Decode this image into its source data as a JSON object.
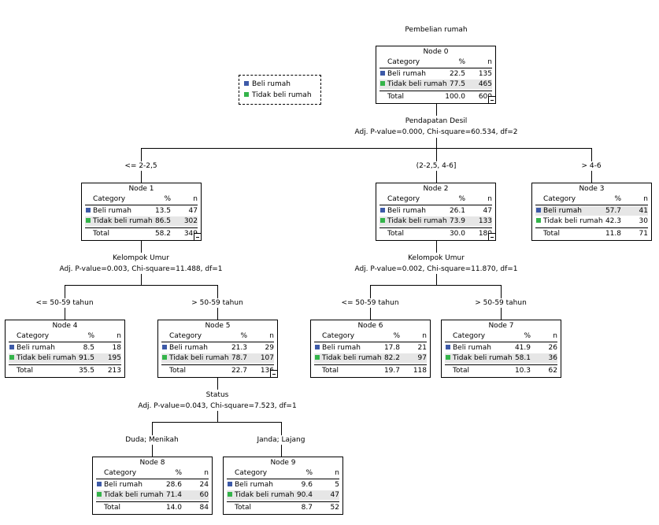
{
  "title": "Pembelian rumah",
  "colors": {
    "beli": "#3d5aa8",
    "tidak": "#34b44a"
  },
  "legend": [
    {
      "label": "Beli rumah",
      "color": "#3d5aa8"
    },
    {
      "label": "Tidak beli rumah",
      "color": "#34b44a"
    }
  ],
  "headers": {
    "category": "Category",
    "pct": "%",
    "n": "n",
    "total": "Total"
  },
  "nodes": [
    {
      "id": "0",
      "title": "Node 0",
      "rows": [
        [
          "Beli rumah",
          "22.5",
          "135"
        ],
        [
          "Tidak beli rumah",
          "77.5",
          "465"
        ]
      ],
      "total": [
        "100.0",
        "600"
      ],
      "hl": 1,
      "toggle": true
    },
    {
      "id": "1",
      "title": "Node 1",
      "rows": [
        [
          "Beli rumah",
          "13.5",
          "47"
        ],
        [
          "Tidak beli rumah",
          "86.5",
          "302"
        ]
      ],
      "total": [
        "58.2",
        "349"
      ],
      "hl": 1,
      "toggle": true
    },
    {
      "id": "2",
      "title": "Node 2",
      "rows": [
        [
          "Beli rumah",
          "26.1",
          "47"
        ],
        [
          "Tidak beli rumah",
          "73.9",
          "133"
        ]
      ],
      "total": [
        "30.0",
        "180"
      ],
      "hl": 1,
      "toggle": true
    },
    {
      "id": "3",
      "title": "Node 3",
      "rows": [
        [
          "Beli rumah",
          "57.7",
          "41"
        ],
        [
          "Tidak beli rumah",
          "42.3",
          "30"
        ]
      ],
      "total": [
        "11.8",
        "71"
      ],
      "hl": 0,
      "toggle": false
    },
    {
      "id": "4",
      "title": "Node 4",
      "rows": [
        [
          "Beli rumah",
          "8.5",
          "18"
        ],
        [
          "Tidak beli rumah",
          "91.5",
          "195"
        ]
      ],
      "total": [
        "35.5",
        "213"
      ],
      "hl": 1,
      "toggle": false
    },
    {
      "id": "5",
      "title": "Node 5",
      "rows": [
        [
          "Beli rumah",
          "21.3",
          "29"
        ],
        [
          "Tidak beli rumah",
          "78.7",
          "107"
        ]
      ],
      "total": [
        "22.7",
        "136"
      ],
      "hl": 1,
      "toggle": true
    },
    {
      "id": "6",
      "title": "Node 6",
      "rows": [
        [
          "Beli rumah",
          "17.8",
          "21"
        ],
        [
          "Tidak beli rumah",
          "82.2",
          "97"
        ]
      ],
      "total": [
        "19.7",
        "118"
      ],
      "hl": 1,
      "toggle": false
    },
    {
      "id": "7",
      "title": "Node 7",
      "rows": [
        [
          "Beli rumah",
          "41.9",
          "26"
        ],
        [
          "Tidak beli rumah",
          "58.1",
          "36"
        ]
      ],
      "total": [
        "10.3",
        "62"
      ],
      "hl": 1,
      "toggle": false
    },
    {
      "id": "8",
      "title": "Node 8",
      "rows": [
        [
          "Beli rumah",
          "28.6",
          "24"
        ],
        [
          "Tidak beli rumah",
          "71.4",
          "60"
        ]
      ],
      "total": [
        "14.0",
        "84"
      ],
      "hl": 1,
      "toggle": false
    },
    {
      "id": "9",
      "title": "Node 9",
      "rows": [
        [
          "Beli rumah",
          "9.6",
          "5"
        ],
        [
          "Tidak beli rumah",
          "90.4",
          "47"
        ]
      ],
      "total": [
        "8.7",
        "52"
      ],
      "hl": 1,
      "toggle": false
    }
  ],
  "splits": [
    {
      "id": "s0",
      "variable": "Pendapatan Desil",
      "stats": "Adj. P-value=0.000, Chi-square=60.534, df=2"
    },
    {
      "id": "s1",
      "variable": "Kelompok Umur",
      "stats": "Adj. P-value=0.003, Chi-square=11.488, df=1"
    },
    {
      "id": "s2",
      "variable": "Kelompok Umur",
      "stats": "Adj. P-value=0.002, Chi-square=11.870, df=1"
    },
    {
      "id": "s5",
      "variable": "Status",
      "stats": "Adj. P-value=0.043, Chi-square=7.523, df=1"
    }
  ],
  "branches": [
    {
      "id": "b1",
      "label": "<= 2-2,5"
    },
    {
      "id": "b2",
      "label": "(2-2,5, 4-6]"
    },
    {
      "id": "b3",
      "label": "> 4-6"
    },
    {
      "id": "b4",
      "label": "<= 50-59 tahun"
    },
    {
      "id": "b5",
      "label": "> 50-59 tahun"
    },
    {
      "id": "b6",
      "label": "<= 50-59 tahun"
    },
    {
      "id": "b7",
      "label": "> 50-59 tahun"
    },
    {
      "id": "b8",
      "label": "Duda; Menikah"
    },
    {
      "id": "b9",
      "label": "Janda; Lajang"
    }
  ]
}
